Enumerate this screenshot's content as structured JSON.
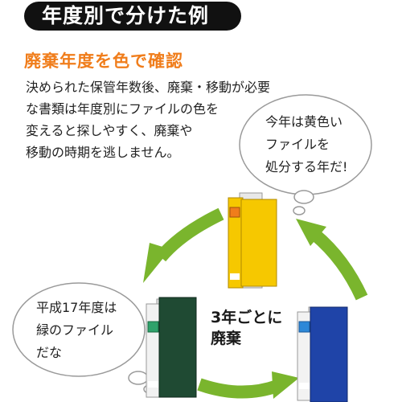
{
  "header": {
    "title": "年度別で分けた例"
  },
  "subheading": "廃棄年度を色で確認",
  "description": [
    "決められた保管年数後、廃棄・移動が必要",
    "な書類は年度別にファイルの色を",
    "変えると探しやすく、廃棄や",
    "移動の時期を逃しません。"
  ],
  "bubble_right": [
    "今年は黄色い",
    "ファイルを",
    "処分する年だ!"
  ],
  "bubble_left": [
    "平成17年度は",
    "緑のファイル",
    "だな"
  ],
  "center_label": [
    "3年ごとに",
    "廃棄"
  ],
  "colors": {
    "header_bg": "#111111",
    "accent": "#f07d1b",
    "arrow": "#7ab52d",
    "binder_yellow": "#f6c800",
    "binder_green": "#1f4a33",
    "binder_blue": "#1f44a8"
  }
}
